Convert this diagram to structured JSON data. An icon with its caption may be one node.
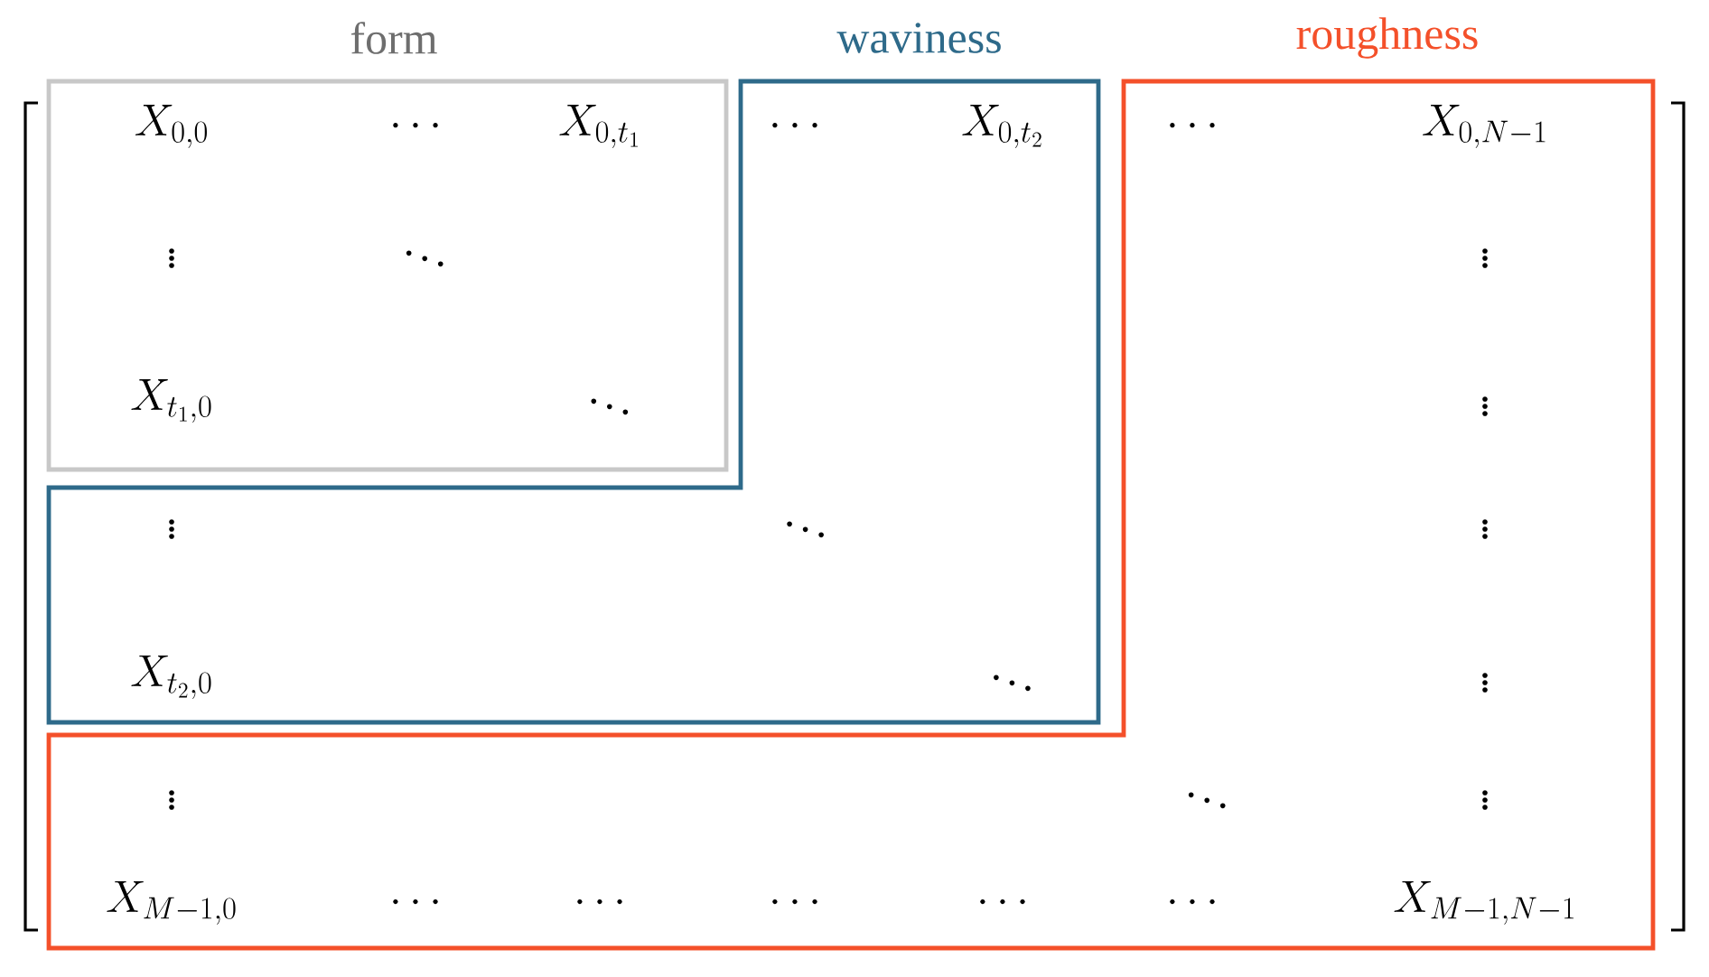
{
  "diagram": {
    "nodes": [
      {
        "text": [
          "form"
        ]
      },
      {
        "text": [
          "waviness"
        ]
      },
      {
        "text": [
          "roughness"
        ]
      }
    ],
    "labels": [
      "X_{0,0}",
      "\\cdots",
      "X_{0,t_1}",
      "\\cdots",
      "X_{0,t_2}",
      "\\cdots",
      "X_{0,N-1}",
      "\\vdots",
      "\\ddots",
      "\\vdots",
      "X_{t_1,0}",
      "\\ddots",
      "\\vdots",
      "\\vdots",
      "\\ddots",
      "\\vdots",
      "X_{t_2,0}",
      "\\ddots",
      "\\vdots",
      "\\vdots",
      "\\ddots",
      "\\vdots",
      "X_{M-1,0}",
      "\\cdots",
      "\\cdots",
      "\\cdots",
      "\\cdots",
      "\\cdots",
      "X_{M-1,N-1}"
    ]
  }
}
